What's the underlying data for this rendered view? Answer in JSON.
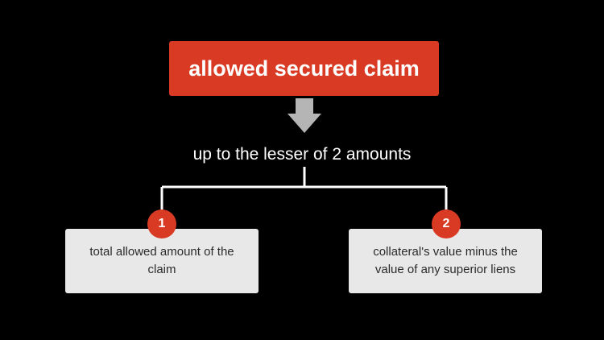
{
  "title": "allowed secured claim",
  "subtitle": "up to the lesser of 2 amounts",
  "items": [
    {
      "number": "1",
      "text": "total allowed amount of the claim"
    },
    {
      "number": "2",
      "text": "collateral's value minus the value of any superior liens"
    }
  ],
  "colors": {
    "background": "#000000",
    "accent": "#d93a24",
    "arrow": "#b5b5b5",
    "card": "#e8e8e8",
    "connector": "#ffffff"
  }
}
